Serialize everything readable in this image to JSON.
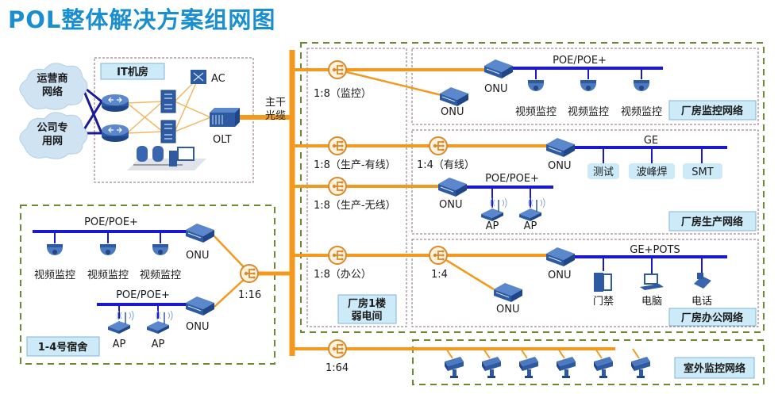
{
  "title": "POL整体解决方案组网图",
  "colors": {
    "title": "#1a8fd0",
    "fiber": "#f39a1e",
    "copper": "#1a1acc",
    "device": "#3a66b0",
    "zone_box_fill": "#cdeaf8",
    "outer_dash": "#6b8a2f",
    "inner_dash": "#8a6d7a"
  },
  "it_room": {
    "label": "IT机房",
    "clouds": [
      "运营商\n网络",
      "公司专\n用网"
    ],
    "devices": {
      "ac": "AC",
      "olt": "OLT"
    },
    "trunk_label": "主干\n光缆"
  },
  "floor1": {
    "label": "厂房1楼\n弱电间",
    "splitters": [
      {
        "ratio": "1:8（监控）"
      },
      {
        "ratio": "1:8（生产-有线）"
      },
      {
        "ratio": "1:8（生产-无线）"
      },
      {
        "ratio": "1:8（办公）"
      }
    ]
  },
  "monitor_zone": {
    "label": "厂房监控网络",
    "bus": "POE/POE+",
    "onu": "ONU",
    "onu2": "ONU",
    "cameras": [
      "视频监控",
      "视频监控",
      "视频监控"
    ]
  },
  "production_zone": {
    "label": "厂房生产网络",
    "splitter": "1:4（有线）",
    "ge_bus": "GE",
    "onu_ge": "ONU",
    "terminals": [
      "测试",
      "波峰焊",
      "SMT"
    ],
    "poe_bus": "POE/POE+",
    "onu_poe": "ONU",
    "aps": [
      "AP",
      "AP"
    ]
  },
  "office_zone": {
    "label": "厂房办公网络",
    "splitter": "1:4",
    "bus": "GE+POTS",
    "onu": "ONU",
    "onu2": "ONU",
    "terminals": [
      "门禁",
      "电脑",
      "电话"
    ]
  },
  "outdoor_zone": {
    "label": "室外监控网络",
    "splitter": "1:64",
    "camera_count": 6
  },
  "dorm_zone": {
    "label": "1-4号宿舍",
    "splitter": "1:16",
    "bus1": "POE/POE+",
    "onu1": "ONU",
    "cameras": [
      "视频监控",
      "视频监控",
      "视频监控"
    ],
    "bus2": "POE/POE+",
    "onu2": "ONU",
    "aps": [
      "AP",
      "AP"
    ]
  }
}
